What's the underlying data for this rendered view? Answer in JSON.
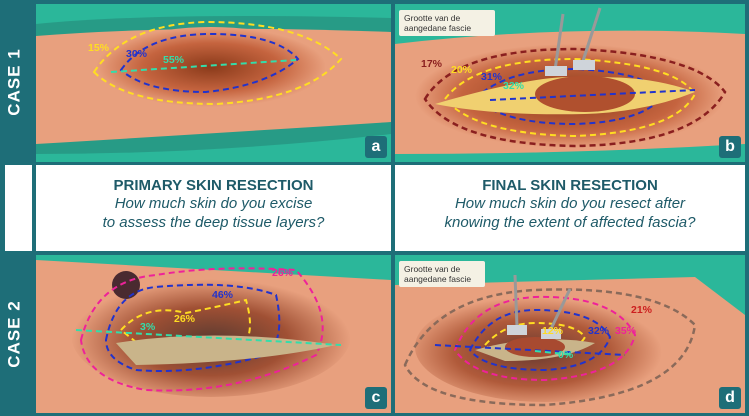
{
  "rows": {
    "case1": "CASE 1",
    "case2": "CASE 2"
  },
  "panels": {
    "a": {
      "label": "a",
      "pct": [
        "15%",
        "30%",
        "55%"
      ]
    },
    "b": {
      "label": "b",
      "pct": [
        "17%",
        "20%",
        "31%",
        "32%"
      ],
      "note": "Grootte van de aangedane fascie"
    },
    "c": {
      "label": "c",
      "pct": [
        "26%",
        "46%",
        "26%",
        "3%"
      ]
    },
    "d": {
      "label": "d",
      "pct": [
        "21%",
        "12%",
        "32%",
        "35%",
        "0%"
      ],
      "note": "Grootte van de aangedane fascie"
    }
  },
  "headers": {
    "left": {
      "title": "PRIMARY SKIN RESECTION",
      "question": [
        "How much skin do you excise",
        "to assess the deep tissue layers?"
      ]
    },
    "right": {
      "title": "FINAL SKIN RESECTION",
      "question": [
        "How much skin do you resect after",
        "knowing the extent of affected fascia?"
      ]
    }
  },
  "colors": {
    "frame": "#1e6e78",
    "teal": "#2bb79a",
    "skin": "#e8a07e",
    "yellow": "#ffdd22",
    "blue": "#2233cc",
    "green": "#33ddaa",
    "magenta": "#ee2299",
    "darkred": "#8a1f1f"
  }
}
